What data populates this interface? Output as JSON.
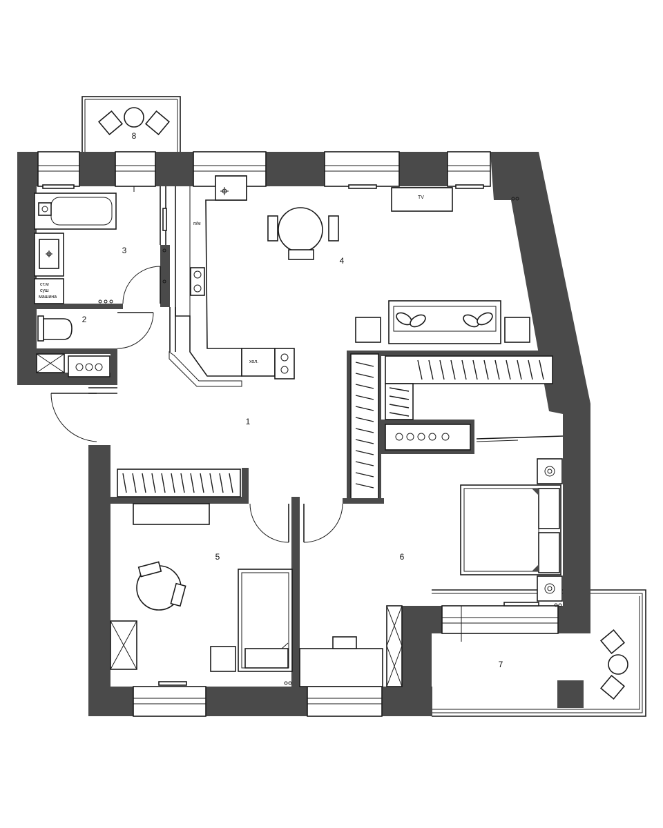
{
  "rooms": [
    {
      "id": "room-1",
      "label": "1"
    },
    {
      "id": "room-2",
      "label": "2"
    },
    {
      "id": "room-3",
      "label": "3"
    },
    {
      "id": "room-4",
      "label": "4"
    },
    {
      "id": "room-5",
      "label": "5"
    },
    {
      "id": "room-6",
      "label": "6"
    },
    {
      "id": "room-7",
      "label": "7"
    },
    {
      "id": "room-8",
      "label": "8"
    }
  ],
  "appliance_labels": {
    "dishwasher": "п/м",
    "tv": "TV",
    "fridge": "хол.",
    "washer_line1": "ст.м",
    "washer_line2": "суш",
    "washer_line3": "машина"
  },
  "colors": {
    "wall": "#4a4a4a",
    "line": "#1a1a1a",
    "background": "#ffffff"
  }
}
